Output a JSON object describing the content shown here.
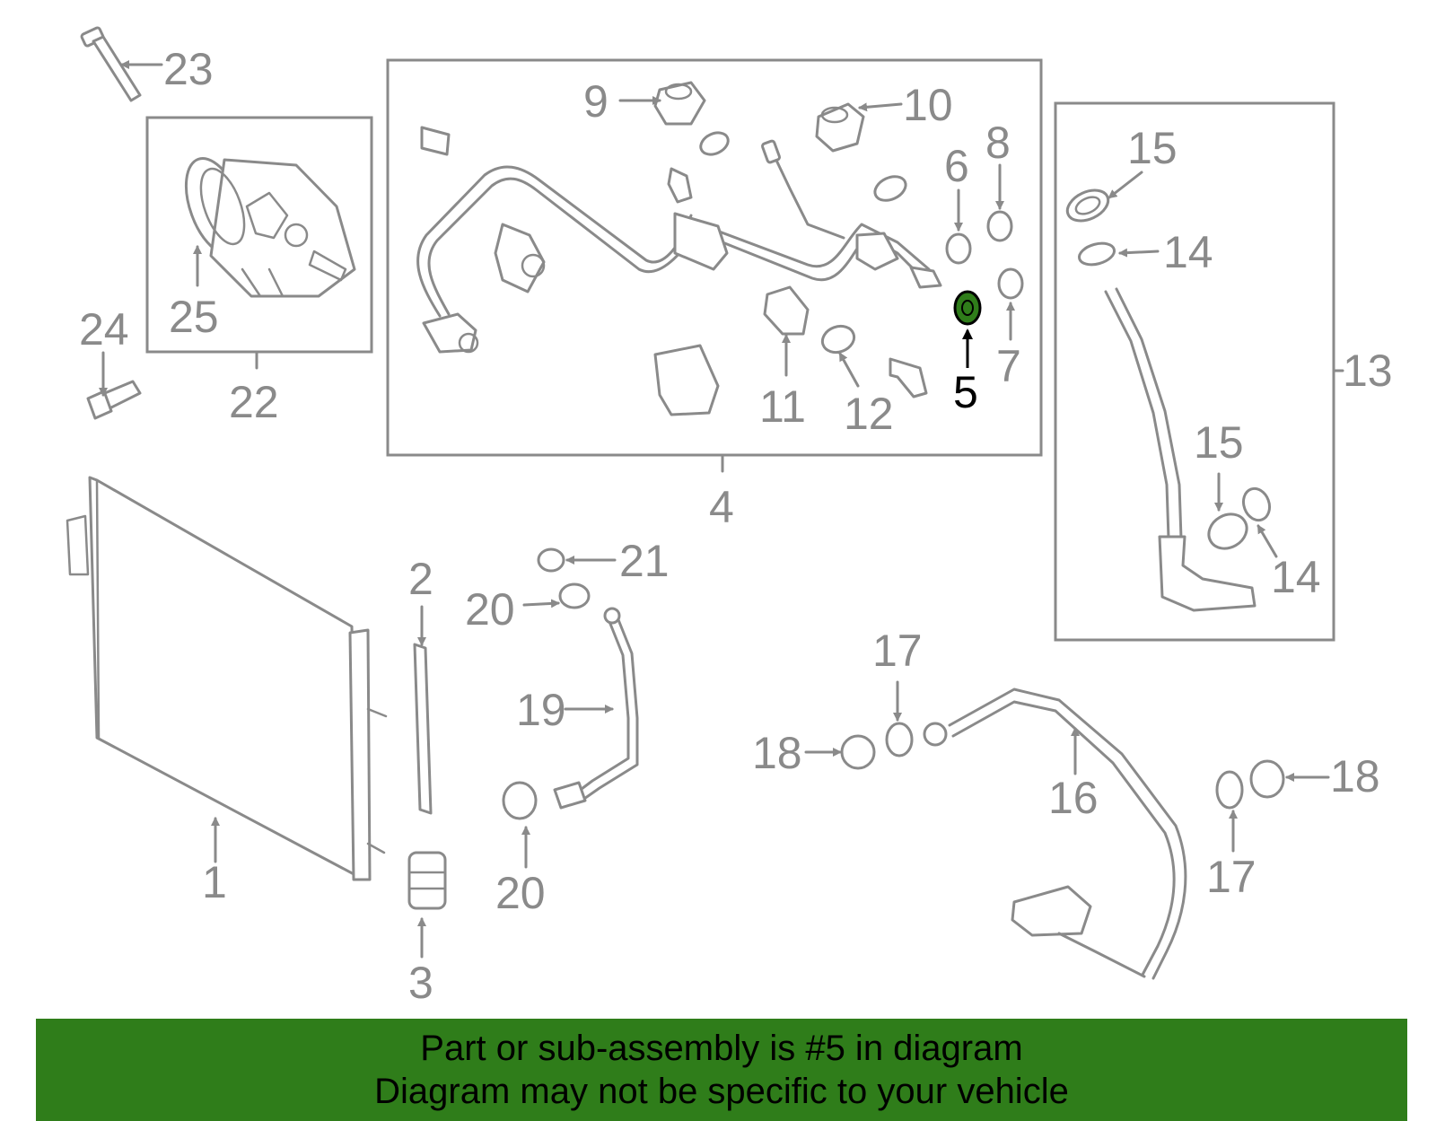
{
  "callouts": {
    "c1": "1",
    "c2": "2",
    "c3": "3",
    "c4": "4",
    "c5": "5",
    "c6": "6",
    "c7": "7",
    "c8": "8",
    "c9": "9",
    "c10": "10",
    "c11": "11",
    "c12": "12",
    "c13": "13",
    "c14a": "14",
    "c14b": "14",
    "c15a": "15",
    "c15b": "15",
    "c16": "16",
    "c17a": "17",
    "c17b": "17",
    "c18a": "18",
    "c18b": "18",
    "c19": "19",
    "c20a": "20",
    "c20b": "20",
    "c21": "21",
    "c22": "22",
    "c23": "23",
    "c24": "24",
    "c25": "25"
  },
  "highlight": {
    "part": "5",
    "color": "#2f7d1a",
    "ring_color": "#1f6a12"
  },
  "banner": {
    "line1": "Part or sub-assembly is #5 in diagram",
    "line2": "Diagram may not be specific to your vehicle",
    "background": "#2f7d1a"
  }
}
